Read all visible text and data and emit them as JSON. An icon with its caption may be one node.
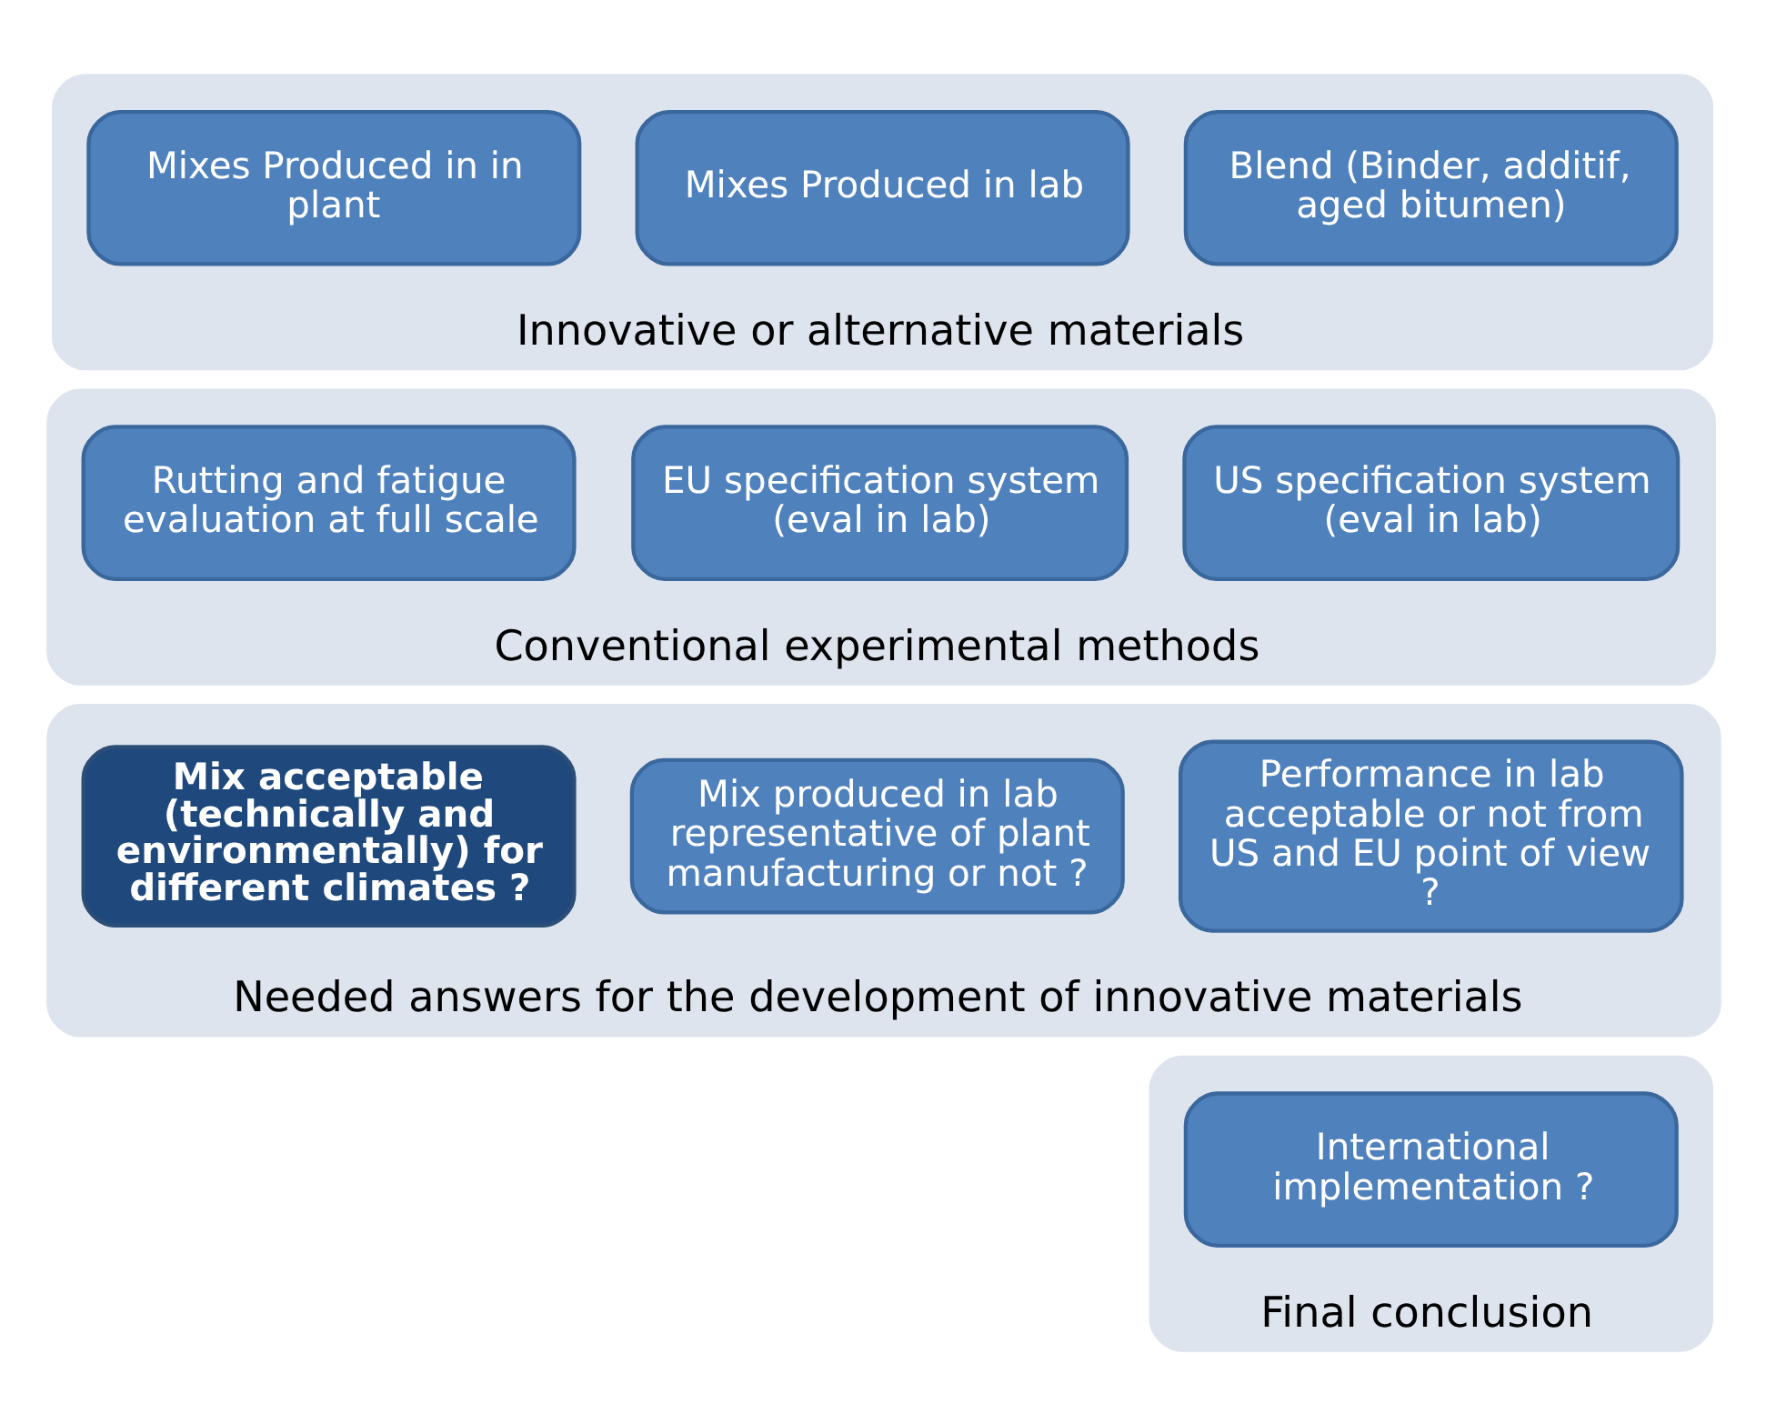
{
  "diagram": {
    "nodes": [
      {
        "text": [
          "Innovative or alternative materials"
        ]
      },
      {
        "text": [
          "Blend (Binder, additif, aged bitumen)"
        ],
        "in": 0
      },
      {
        "text": [
          "Mixes Produced in lab"
        ],
        "in": 0
      },
      {
        "text": [
          "Mixes Produced in in plant"
        ],
        "in": 0
      },
      {
        "text": [
          "Conventional experimental methods"
        ]
      },
      {
        "text": [
          "US specification system (eval in lab)"
        ],
        "in": 4
      },
      {
        "text": [
          "EU specification system (eval in lab)"
        ],
        "in": 4
      },
      {
        "text": [
          "Rutting and fatigue evaluation at full scale"
        ],
        "in": 4
      },
      {
        "text": [
          "Needed answers for the development of innovative materials"
        ]
      },
      {
        "text": [
          "Performance in lab acceptable or not from US and EU point of view ?"
        ],
        "in": 8
      },
      {
        "text": [
          "Mix produced in lab representative of plant manufacturing or not ?"
        ],
        "in": 8
      },
      {
        "text": [
          "Mix acceptable (technically and environmentally) for different climates ?"
        ],
        "in": 8
      },
      {
        "text": [
          "Final conclusion"
        ]
      },
      {
        "text": [
          "International implementation ?"
        ],
        "in": 12
      }
    ],
    "edges": []
  }
}
